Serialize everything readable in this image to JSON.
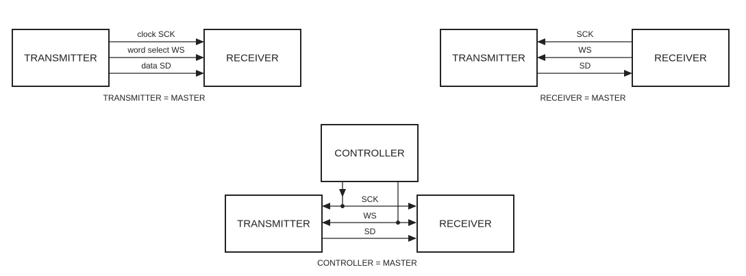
{
  "colors": {
    "line": "#222222",
    "background": "#ffffff"
  },
  "diagrams": {
    "transmitter_master": {
      "transmitter": "TRANSMITTER",
      "receiver": "RECEIVER",
      "sck": "clock SCK",
      "ws": "word select WS",
      "sd": "data SD",
      "caption": "TRANSMITTER = MASTER"
    },
    "receiver_master": {
      "transmitter": "TRANSMITTER",
      "receiver": "RECEIVER",
      "sck": "SCK",
      "ws": "WS",
      "sd": "SD",
      "caption": "RECEIVER = MASTER"
    },
    "controller_master": {
      "controller": "CONTROLLER",
      "transmitter": "TRANSMITTER",
      "receiver": "RECEIVER",
      "sck": "SCK",
      "ws": "WS",
      "sd": "SD",
      "caption": "CONTROLLER = MASTER"
    }
  }
}
